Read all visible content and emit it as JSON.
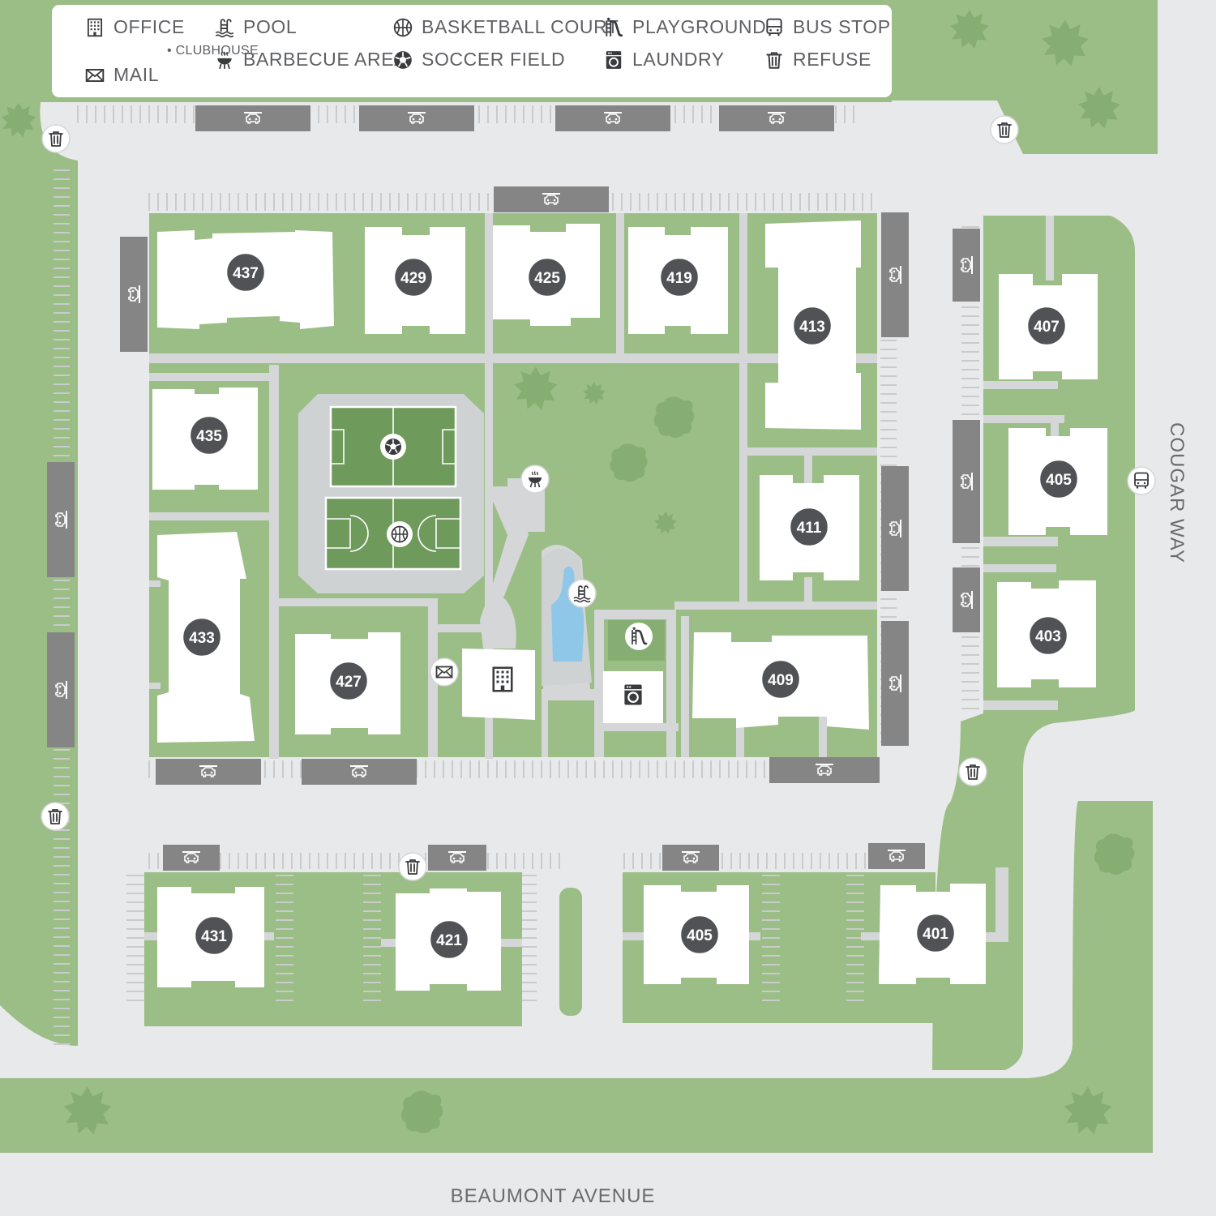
{
  "legend": {
    "items": [
      {
        "key": "office",
        "label": "OFFICE",
        "icon": "office-building-icon"
      },
      {
        "key": "pool",
        "label": "POOL",
        "icon": "pool-ladder-icon"
      },
      {
        "key": "basketball",
        "label": "BASKETBALL COURT",
        "icon": "basketball-icon"
      },
      {
        "key": "playground",
        "label": "PLAYGROUND",
        "icon": "slide-icon"
      },
      {
        "key": "bus",
        "label": "BUS STOP",
        "icon": "bus-icon"
      },
      {
        "key": "mail",
        "label": "MAIL",
        "icon": "envelope-icon"
      },
      {
        "key": "bbq",
        "label": "BARBECUE AREA",
        "icon": "grill-icon"
      },
      {
        "key": "soccer",
        "label": "SOCCER FIELD",
        "icon": "soccer-ball-icon"
      },
      {
        "key": "laundry",
        "label": "LAUNDRY",
        "icon": "washer-icon"
      },
      {
        "key": "refuse",
        "label": "REFUSE",
        "icon": "trash-can-icon"
      }
    ],
    "office_sub": "• CLUBHOUSE"
  },
  "streets": {
    "east": "COUGAR WAY",
    "south": "BEAUMONT AVENUE"
  },
  "buildings": [
    "437",
    "429",
    "425",
    "419",
    "413",
    "407",
    "435",
    "405",
    "411",
    "433",
    "427",
    "409",
    "403",
    "431",
    "421",
    "405",
    "401"
  ],
  "colors": {
    "grass": "#9bbd86",
    "grass_dark": "#86ad72",
    "road": "#e8e9ea",
    "path": "#d4d6d7",
    "building": "#ffffff",
    "carport": "#858585",
    "badge": "#505256",
    "pool_water": "#8fc7e9",
    "field": "#6e9a5b",
    "text": "#5f6063"
  }
}
